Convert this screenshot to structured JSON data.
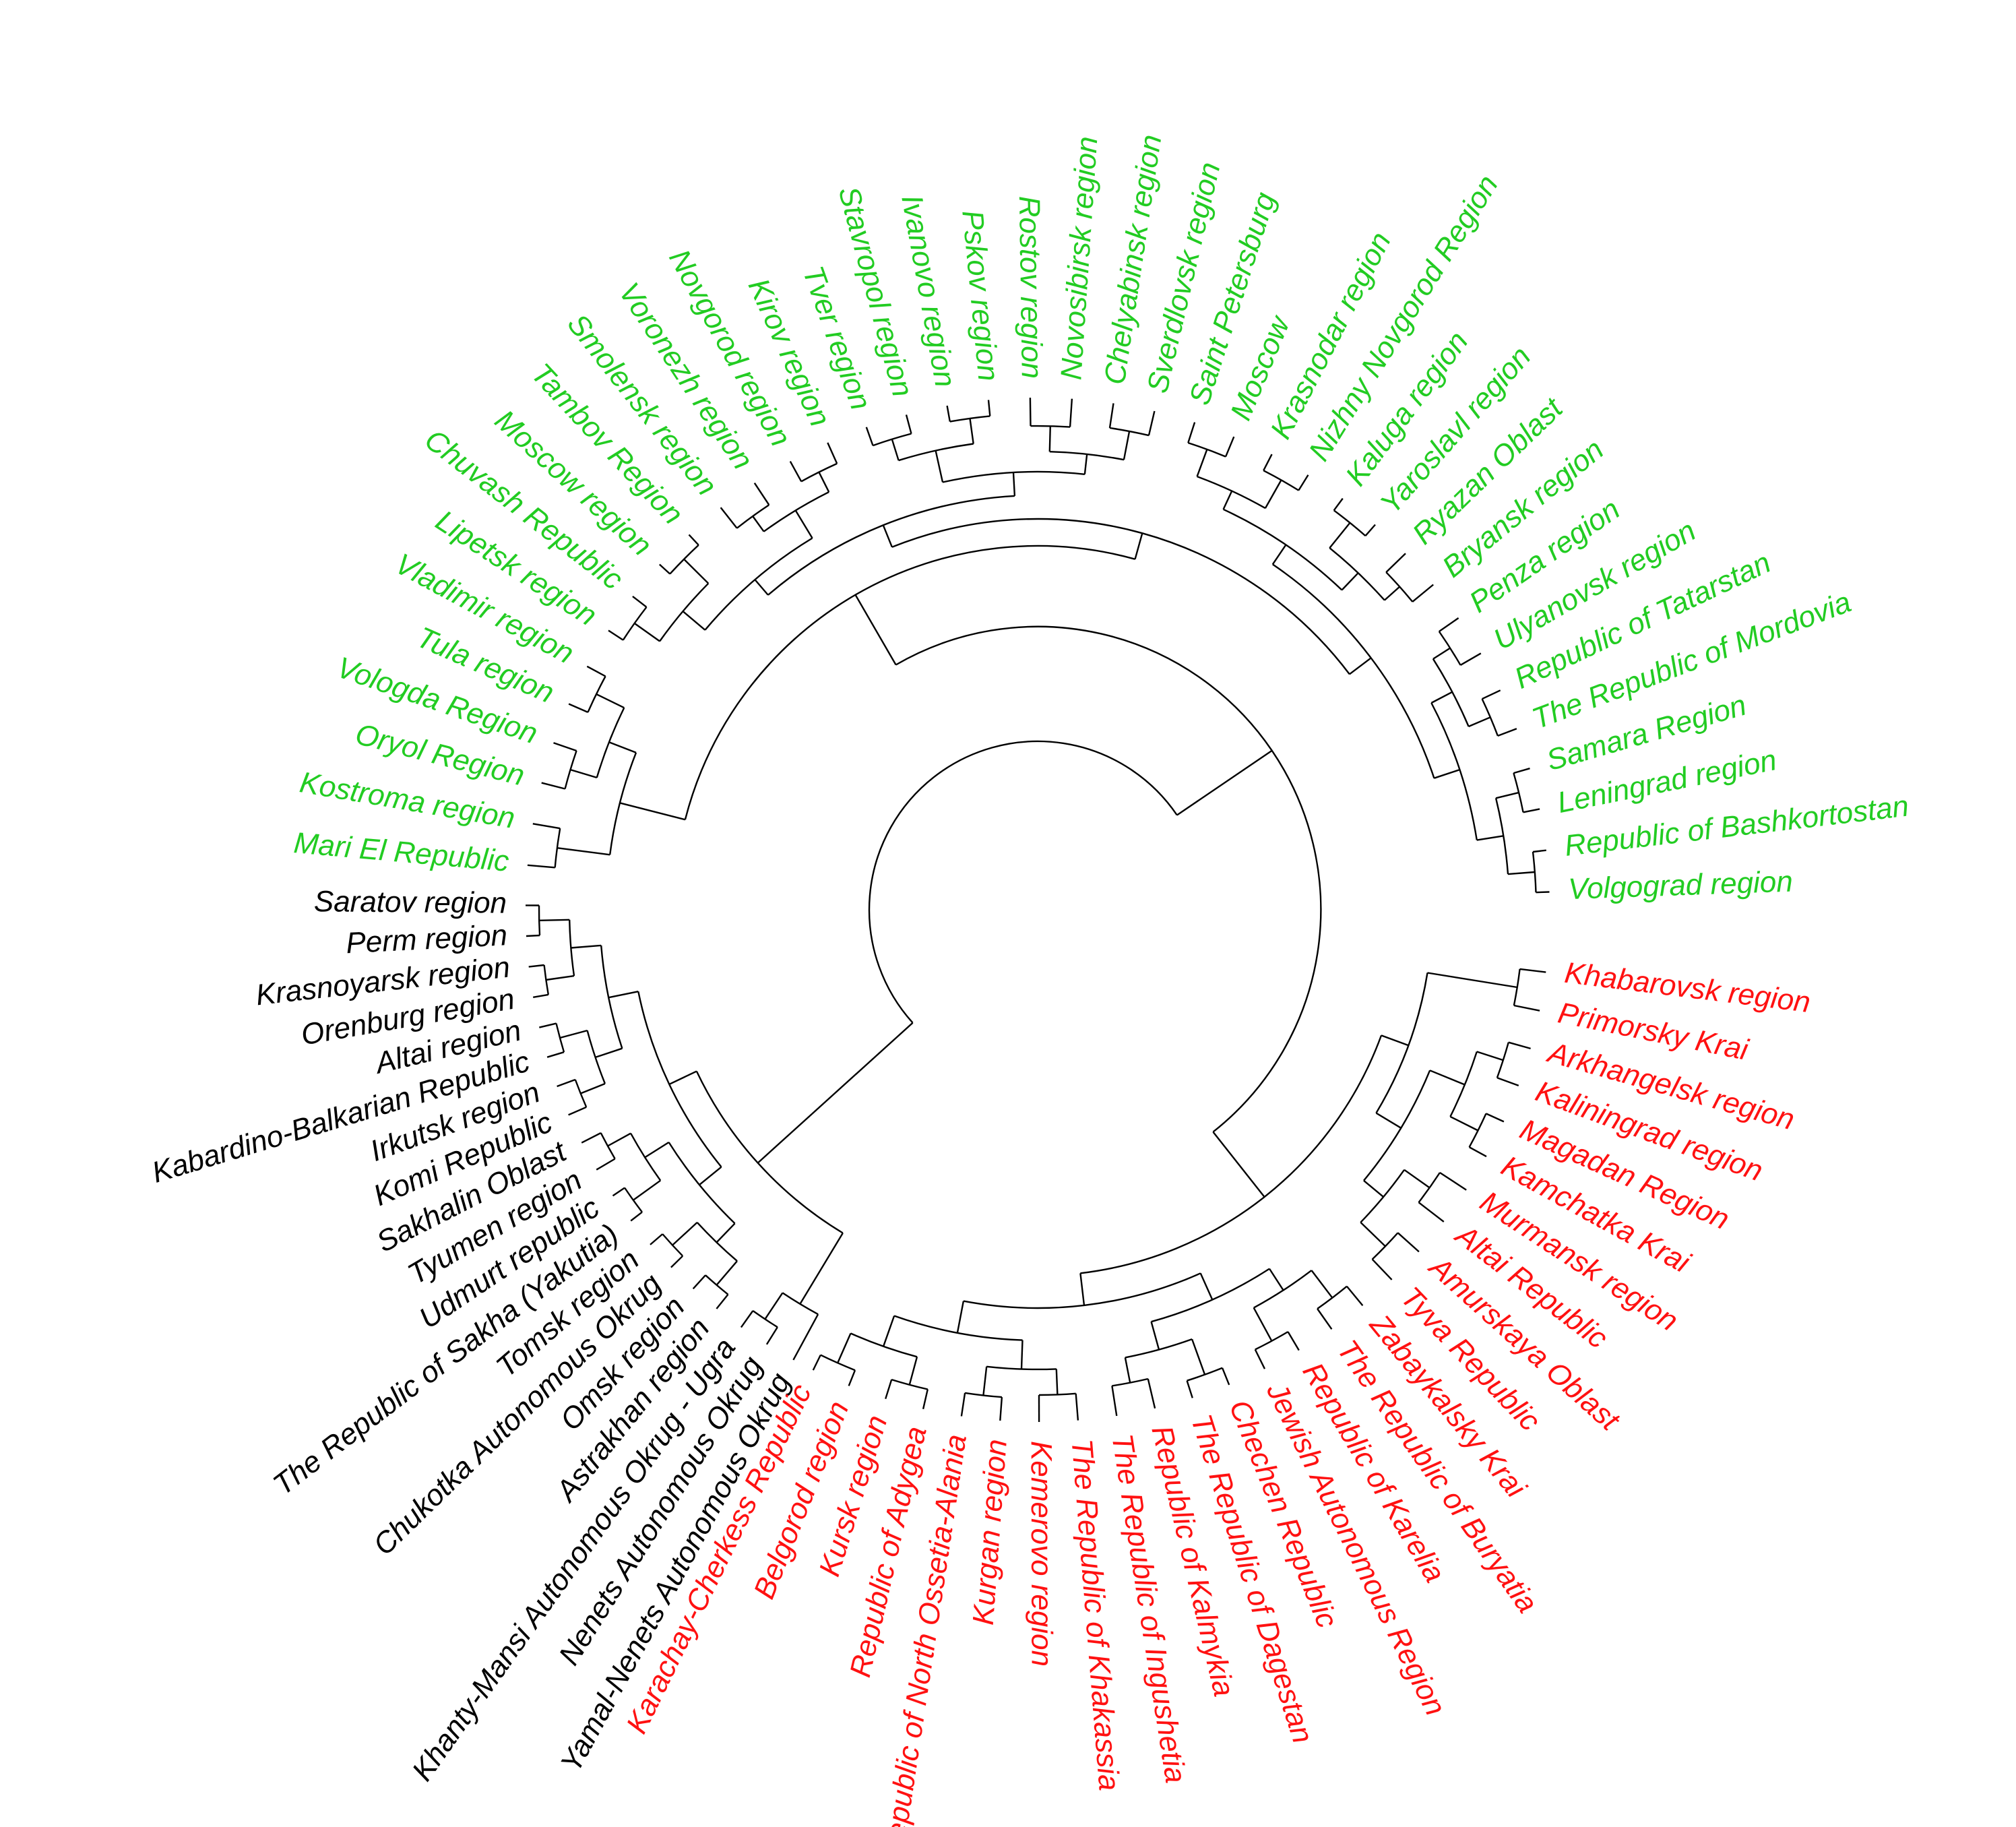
{
  "colors": {
    "green": "#22cc22",
    "black": "#000000",
    "red": "#ff1111",
    "branch": "#000000"
  },
  "clusters": [
    {
      "color": "green",
      "leaves": [
        "Volgograd region",
        "Republic of Bashkortostan",
        "Leningrad region",
        "Samara Region",
        "The Republic of Mordovia",
        "Republic of Tatarstan",
        "Ulyanovsk region",
        "Penza region",
        "Bryansk region",
        "Ryazan Oblast",
        "Yaroslavl region",
        "Kaluga region",
        "Nizhny Novgorod Region",
        "Krasnodar region",
        "Moscow",
        "Saint Petersburg",
        "Sverdlovsk region",
        "Chelyabinsk region",
        "Novosibirsk region",
        "Rostov region",
        "Pskov region",
        "Ivanovo region",
        "Stavropol region",
        "Tver region",
        "Kirov region",
        "Novgorod region",
        "Voronezh region",
        "Smolensk region",
        "Tambov Region",
        "Moscow region",
        "Chuvash Republic",
        "Lipetsk region",
        "Vladimir region",
        "Tula region",
        "Vologda Region",
        "Oryol Region",
        "Kostroma region",
        "Mari El Republic"
      ]
    },
    {
      "color": "black",
      "leaves": [
        "Saratov region",
        "Perm region",
        "Krasnoyarsk region",
        "Orenburg region",
        "Altai region",
        "Kabardino-Balkarian Republic",
        "Irkutsk region",
        "Komi Republic",
        "Sakhalin Oblast",
        "Tyumen region",
        "Udmurt republic",
        "The Republic of Sakha (Yakutia)",
        "Tomsk region",
        "Chukotka Autonomous Okrug",
        "Omsk region",
        "Astrakhan region",
        "Khanty-Mansi Autonomous Okrug - Ugra",
        "Nenets Autonomous Okrug",
        "Yamal-Nenets Autonomous Okrug"
      ]
    },
    {
      "color": "red",
      "leaves": [
        "Karachay-Cherkess Republic",
        "Belgorod region",
        "Kursk region",
        "Republic of Adygea",
        "Republic of North Ossetia-Alania",
        "Kurgan region",
        "Kemerovo region",
        "The Republic of Khakassia",
        "The Republic of Ingushetia",
        "Republic of Kalmykia",
        "The Republic of Dagestan",
        "Chechen Republic",
        "Jewish Autonomous Region",
        "Republic of Karelia",
        "The Republic of Buryatia",
        "Zabaykalsky Krai",
        "Tyva Republic",
        "Amurskaya Oblast",
        "Altai Republic",
        "Murmansk region",
        "Kamchatka Krai",
        "Magadan Region",
        "Kaliningrad region",
        "Arkhangelsk region",
        "Primorsky Krai",
        "Khabarovsk region"
      ]
    }
  ]
}
